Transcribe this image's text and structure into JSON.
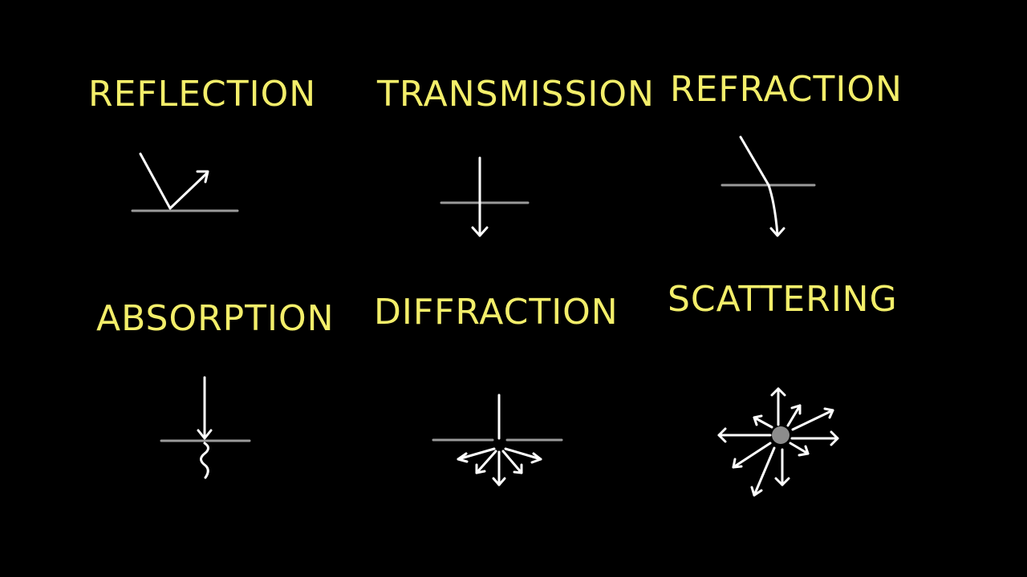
{
  "colors": {
    "background": "#000000",
    "label": "#f3ee6a",
    "ray": "#ffffff",
    "surface": "#9a9a9a",
    "particle": "#8c8c8c"
  },
  "phenomena": [
    {
      "id": "reflection",
      "label": "REFLECTION"
    },
    {
      "id": "transmission",
      "label": "TRANSMISSION"
    },
    {
      "id": "refraction",
      "label": "REFRACTION"
    },
    {
      "id": "absorption",
      "label": "ABSORPTION"
    },
    {
      "id": "diffraction",
      "label": "DIFFRACTION"
    },
    {
      "id": "scattering",
      "label": "SCATTERING"
    }
  ]
}
